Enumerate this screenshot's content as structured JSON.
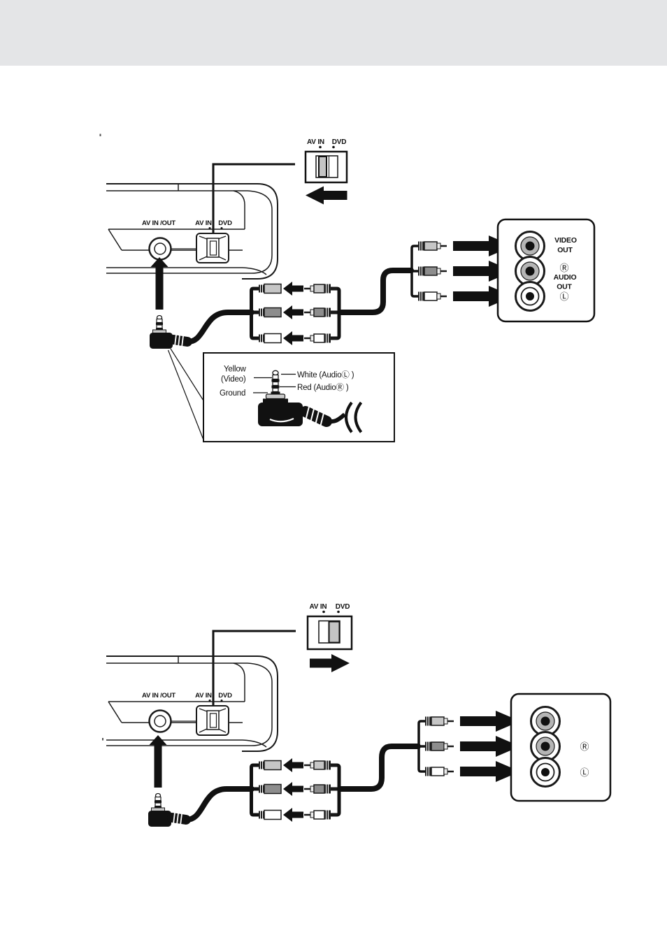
{
  "colors": {
    "header_band": "#e4e5e7",
    "line": "#1a1a1a",
    "yellow_video_connector": "#c6c6c6",
    "red_audio_connector": "#8d8d8d",
    "white_audio_connector": "#ffffff",
    "switch_knob": "#c4c4c4",
    "jack_ring": "#b5b5b5"
  },
  "diagram_av_in": {
    "switch_inset": {
      "av_in_label": "AV IN",
      "dvd_label": "DVD",
      "arrow_direction": "left"
    },
    "device": {
      "jack_label": "AV IN /OUT",
      "switch_av_in_label": "AV IN",
      "switch_dvd_label": "DVD"
    },
    "output_panel": {
      "video_label_line1": "VIDEO",
      "video_label_line2": "OUT",
      "right_channel_label": "Ⓡ",
      "audio_label_line1": "AUDIO",
      "audio_label_line2": "OUT",
      "left_channel_label": "Ⓛ"
    },
    "plug_detail": {
      "yellow_label_line1": "Yellow",
      "yellow_label_line2": "(Video)",
      "ground_label": "Ground",
      "white_label": "White (AudioⓁ )",
      "red_label": "Red (AudioⓇ )"
    }
  },
  "diagram_dvd": {
    "switch_inset": {
      "av_in_label": "AV IN",
      "dvd_label": "DVD",
      "arrow_direction": "right"
    },
    "device": {
      "jack_label": "AV IN /OUT",
      "switch_av_in_label": "AV IN",
      "switch_dvd_label": "DVD"
    },
    "output_panel": {
      "right_channel_label": "Ⓡ",
      "left_channel_label": "Ⓛ"
    }
  }
}
